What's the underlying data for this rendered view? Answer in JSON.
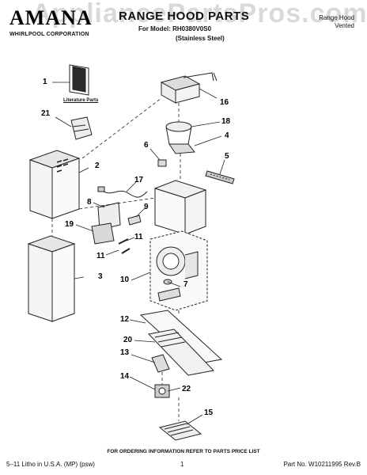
{
  "header": {
    "brand": "AMANA",
    "brand_sub": "WHIRLPOOL CORPORATION",
    "title": "RANGE HOOD PARTS",
    "model": "For Model: RH0380V0S0",
    "finish": "(Stainless Steel)",
    "right_label_line1": "Range Hood",
    "right_label_line2": "Vented",
    "watermark": "AppliancePartsPros.com"
  },
  "diagram": {
    "literature_label": "Literature Parts",
    "callouts": [
      "1",
      "2",
      "3",
      "4",
      "5",
      "6",
      "7",
      "8",
      "9",
      "10",
      "11",
      "11",
      "12",
      "13",
      "14",
      "15",
      "16",
      "17",
      "18",
      "19",
      "20",
      "21",
      "22"
    ]
  },
  "footer": {
    "order_info": "FOR ORDERING INFORMATION REFER TO PARTS PRICE LIST",
    "left": "5–11 Litho in U.S.A. (MP) (psw)",
    "page": "1",
    "part_no": "Part No. W10211995 Rev.B"
  }
}
